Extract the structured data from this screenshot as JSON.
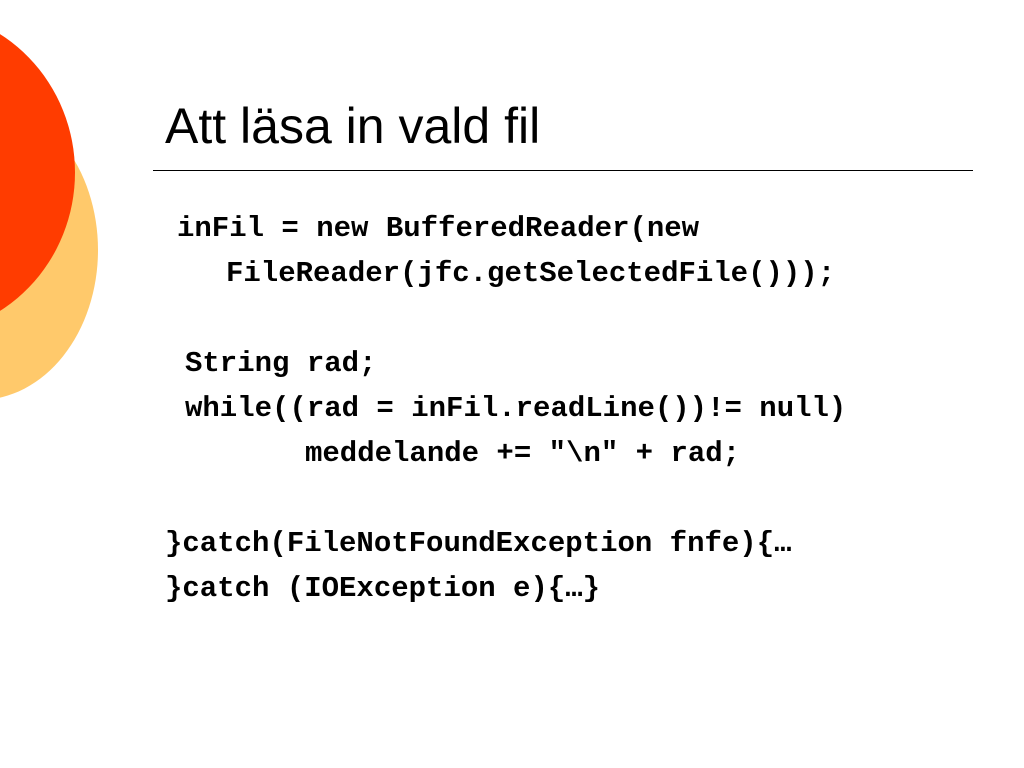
{
  "slide": {
    "title": "Att läsa in vald fil",
    "colors": {
      "accent_red": "#FF3C00",
      "accent_yellow": "#FFC96B",
      "text": "#000000",
      "background": "#FFFFFF"
    },
    "code": [
      "inFil = new BufferedReader(new",
      "FileReader(jfc.getSelectedFile()));",
      "String rad;",
      "while((rad = inFil.readLine())!= null)",
      "meddelande += \"\\n\" + rad;",
      "}catch(FileNotFoundException fnfe){…",
      "}catch (IOException e){…}"
    ]
  }
}
